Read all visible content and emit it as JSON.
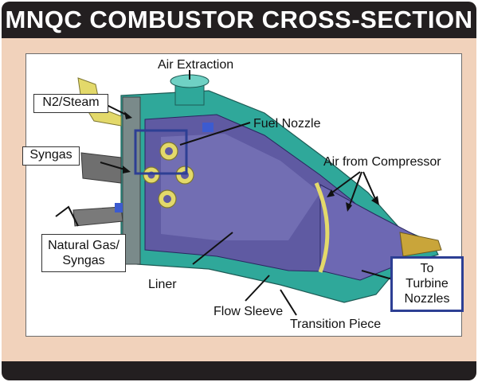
{
  "title": "MNQC COMBUSTOR CROSS-SECTION",
  "colors": {
    "frame_bg": "#f1d2bb",
    "title_bar": "#231f20",
    "panel_bg": "#ffffff",
    "casing": "#2fa89a",
    "liner": "#5f5aa2",
    "nozzle": "#e3d96a",
    "highlight_box": "#2d3f94"
  },
  "labels": {
    "air_extraction": "Air Extraction",
    "n2_steam": "N2/Steam",
    "fuel_nozzle": "Fuel Nozzle",
    "syngas": "Syngas",
    "air_from_compressor": "Air from Compressor",
    "natural_gas_line1": "Natural Gas/",
    "natural_gas_line2": "Syngas",
    "liner": "Liner",
    "flow_sleeve": "Flow Sleeve",
    "transition_piece": "Transition Piece",
    "turbine_line1": "To",
    "turbine_line2": "Turbine",
    "turbine_line3": "Nozzles"
  }
}
